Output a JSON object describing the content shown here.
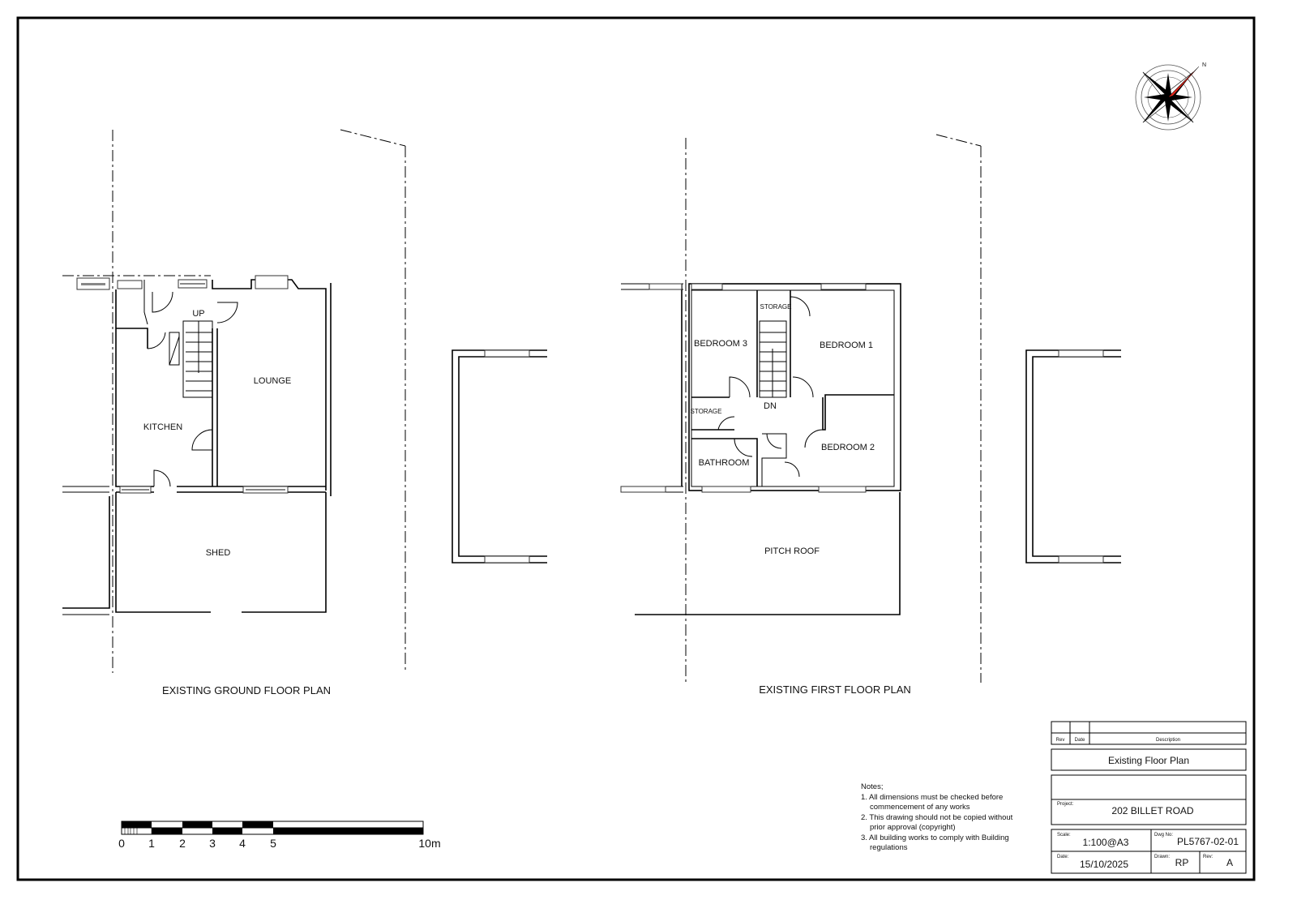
{
  "plans": {
    "ground": {
      "caption": "EXISTING GROUND FLOOR PLAN",
      "rooms": {
        "kitchen": "KITCHEN",
        "lounge": "LOUNGE",
        "shed": "SHED",
        "stairs": "UP"
      }
    },
    "first": {
      "caption": "EXISTING FIRST FLOOR PLAN",
      "rooms": {
        "bedroom1": "BEDROOM 1",
        "bedroom2": "BEDROOM 2",
        "bedroom3": "BEDROOM 3",
        "bathroom": "BATHROOM",
        "storage_top": "STORAGE",
        "storage_left": "STORAGE",
        "stairs": "DN",
        "roof": "PITCH  ROOF"
      }
    }
  },
  "compass": {
    "north": "N",
    "accent": "#e0261b"
  },
  "scale_bar": {
    "ticks": [
      "0",
      "1",
      "2",
      "3",
      "4",
      "5"
    ],
    "end": "10m"
  },
  "notes": {
    "heading": "Notes;",
    "lines": [
      "1. All dimensions must be checked before",
      "   commencement of any works",
      "2. This drawing should not be copied without",
      "   prior approval (copyright)",
      "3. All building works to comply with Building",
      "   regulations"
    ]
  },
  "title_block": {
    "rev_header": "Rev",
    "date_header": "Date",
    "description_header": "Description",
    "title": "Existing Floor Plan",
    "project_label": "Project:",
    "project": "202 BILLET ROAD",
    "scale_label": "Scale:",
    "scale": "1:100@A3",
    "dwg_label": "Dwg No:",
    "dwg_no": "PL5767-02-01",
    "date_label": "Date:",
    "date": "15/10/2025",
    "drawn_label": "Drawn:",
    "drawn": "RP",
    "rev_label": "Rev:",
    "rev": "A"
  }
}
